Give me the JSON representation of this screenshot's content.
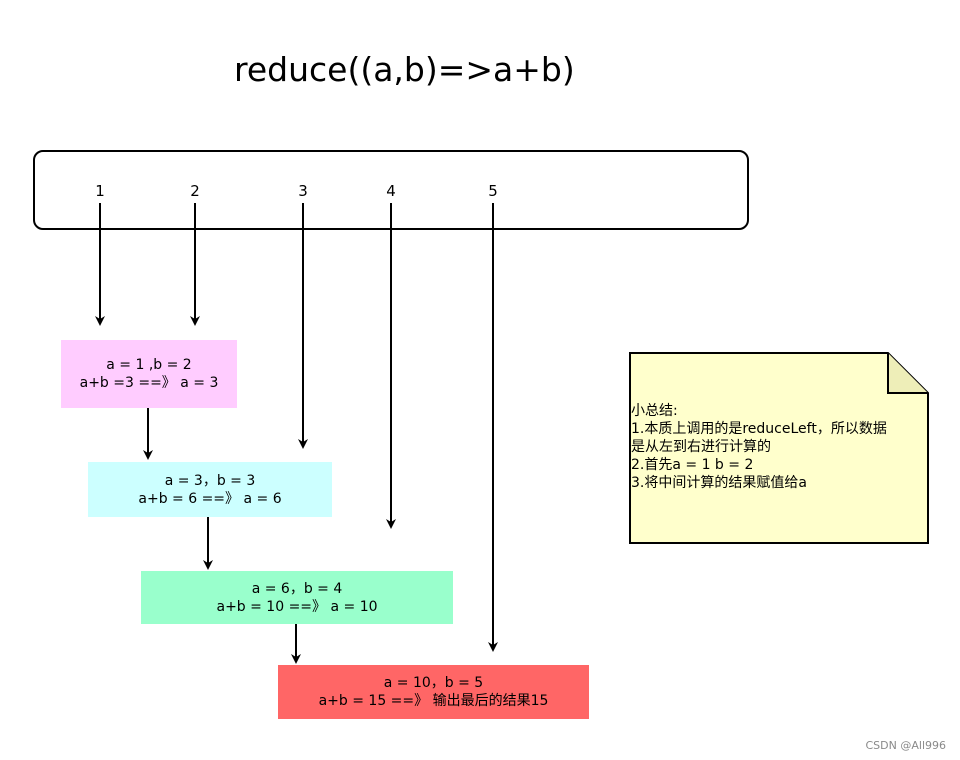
{
  "title": "reduce((a,b)=>a+b)",
  "array": [
    "1",
    "2",
    "3",
    "4",
    "5"
  ],
  "steps": [
    {
      "line1": "a = 1 ,b = 2",
      "line2": "a+b =3 ==》 a = 3",
      "color": "#ffccff"
    },
    {
      "line1": "a = 3，b = 3",
      "line2": "a+b = 6 ==》 a = 6",
      "color": "#ccffff"
    },
    {
      "line1": "a = 6，b = 4",
      "line2": "a+b = 10 ==》 a = 10",
      "color": "#99ffcc"
    },
    {
      "line1": "a = 10，b = 5",
      "line2": "a+b = 15 ==》 输出最后的结果15",
      "color": "#ff6666"
    }
  ],
  "note": {
    "heading": "小总结:",
    "lines": [
      "1.本质上调用的是reduceLeft，所以数据",
      "是从左到右进行计算的",
      "2.首先a = 1   b = 2",
      "3.将中间计算的结果赋值给a"
    ],
    "fill": "#ffffcc"
  },
  "watermark": "CSDN @All996"
}
